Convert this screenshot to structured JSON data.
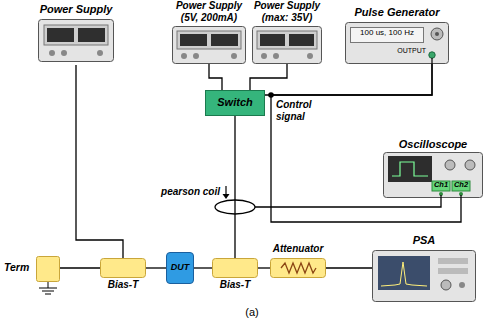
{
  "diagram": {
    "caption": "(a)",
    "nodes": [
      {
        "text": [
          "Power Supply"
        ]
      },
      {
        "text": [
          "Power Supply (5V, 200mA)"
        ]
      },
      {
        "text": [
          "Power Supply (max: 35V)"
        ]
      },
      {
        "text": [
          "Pulse Generator",
          "100 us, 100 Hz",
          "OUTPUT"
        ]
      },
      {
        "text": [
          "Switch"
        ]
      },
      {
        "text": [
          "Oscilloscope",
          "Ch1",
          "Ch2"
        ]
      },
      {
        "text": [
          "pearson coil"
        ]
      },
      {
        "text": [
          "Term"
        ]
      },
      {
        "text": [
          "Bias-T"
        ]
      },
      {
        "text": [
          "DUT"
        ]
      },
      {
        "text": [
          "Bias-T"
        ]
      },
      {
        "text": [
          "Attenuator"
        ]
      },
      {
        "text": [
          "PSA"
        ]
      }
    ],
    "edges": [
      {
        "from": 0,
        "to": 8,
        "arrow": "none"
      },
      {
        "from": 1,
        "to": 4,
        "arrow": "none"
      },
      {
        "from": 2,
        "to": 4,
        "arrow": "none"
      },
      {
        "from": 3,
        "to": 4,
        "arrow": "none"
      },
      {
        "from": 3,
        "to": 5,
        "arrow": "none"
      },
      {
        "from": 4,
        "to": 10,
        "arrow": "none"
      },
      {
        "from": 6,
        "to": 5,
        "arrow": "none"
      },
      {
        "from": 7,
        "to": 8,
        "arrow": "none"
      },
      {
        "from": 8,
        "to": 9,
        "arrow": "none"
      },
      {
        "from": 9,
        "to": 10,
        "arrow": "none"
      },
      {
        "from": 10,
        "to": 11,
        "arrow": "none"
      },
      {
        "from": 11,
        "to": 12,
        "arrow": "none"
      }
    ],
    "labels": [
      "Control signal"
    ]
  }
}
